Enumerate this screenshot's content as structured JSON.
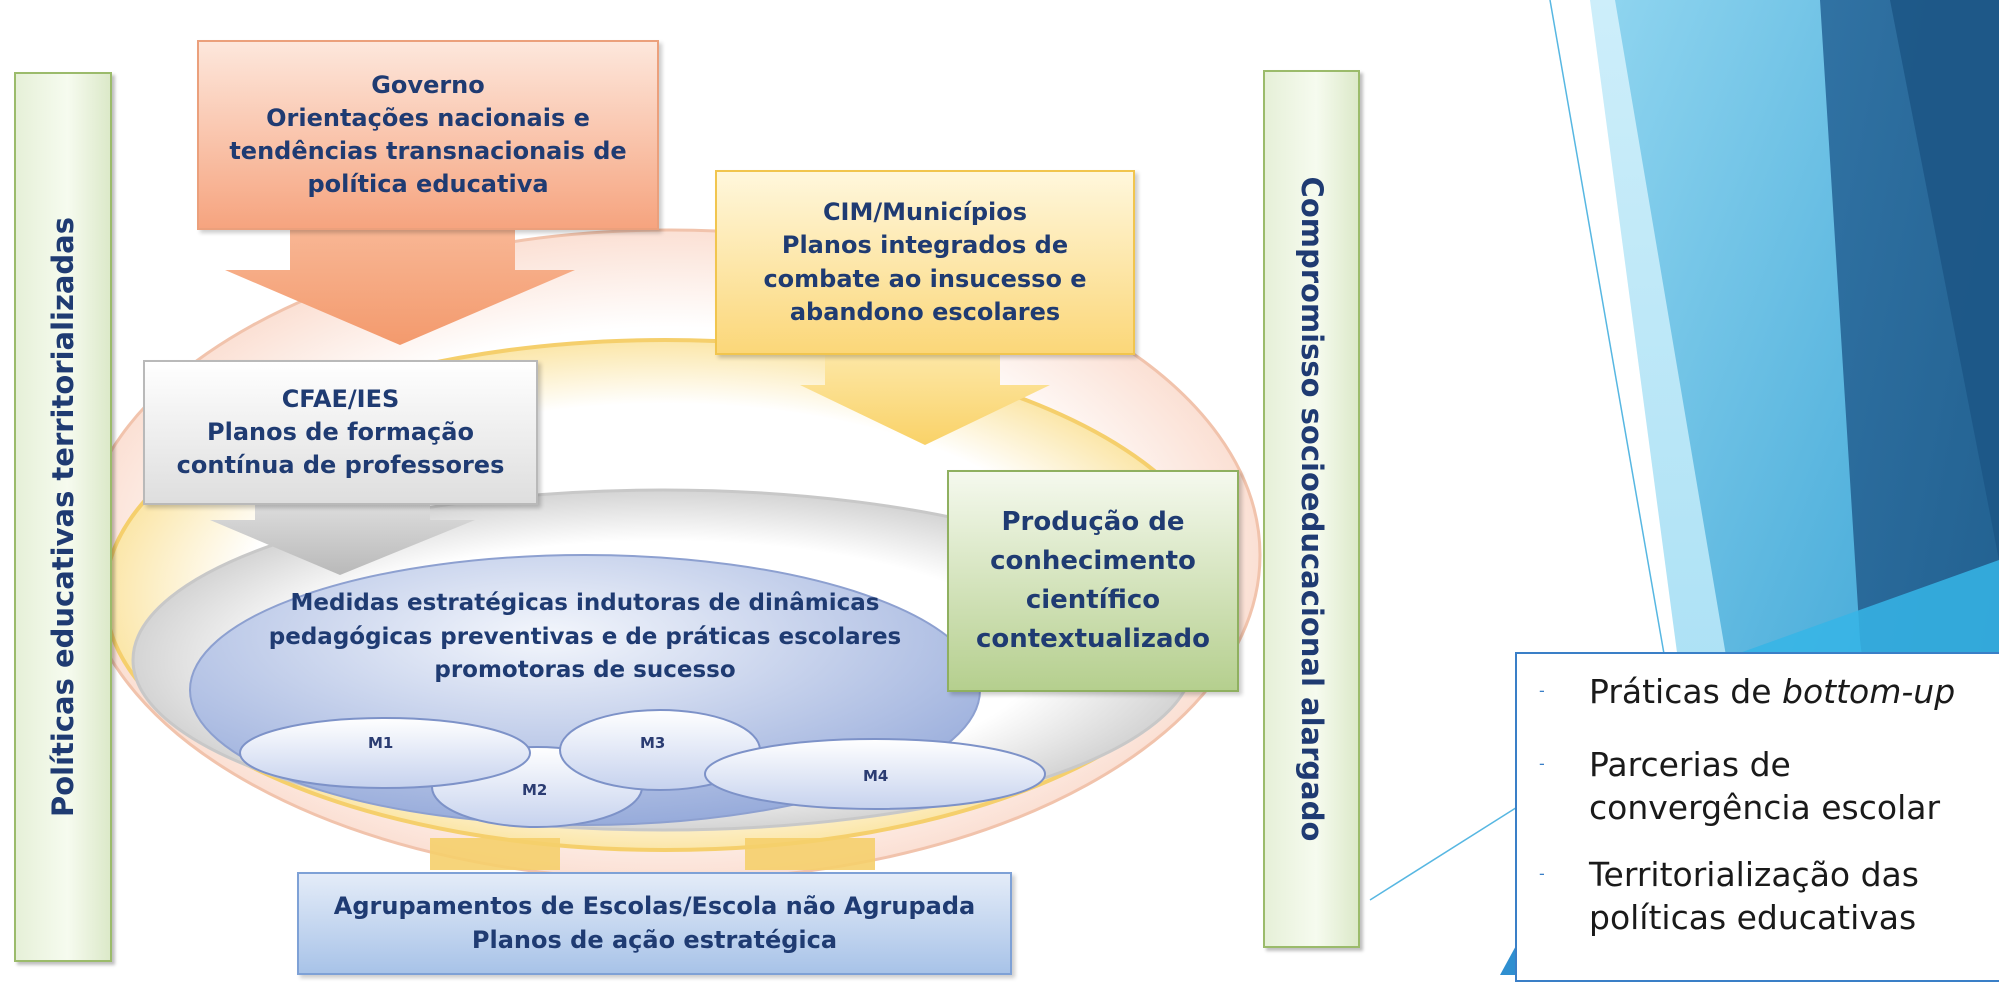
{
  "diagram": {
    "left_bar": "Políticas educativas territorializadas",
    "right_bar": "Compromisso socioeducacional alargado",
    "governo": {
      "lines": [
        "Governo",
        "Orientações nacionais e",
        "tendências transnacionais de",
        "política educativa"
      ]
    },
    "cim": {
      "lines": [
        "CIM/Municípios",
        "Planos integrados de",
        "combate ao insucesso e",
        "abandono escolares"
      ]
    },
    "cfae": {
      "lines": [
        "CFAE/IES",
        "Planos de formação",
        "contínua de professores"
      ]
    },
    "producao": {
      "lines": [
        "Produção de",
        "conhecimento",
        "científico",
        "contextualizado"
      ]
    },
    "medidas": {
      "lines": [
        "Medidas estratégicas indutoras de dinâmicas",
        "pedagógicas preventivas e de práticas escolares",
        "promotoras de sucesso"
      ]
    },
    "measures": [
      "M1",
      "M2",
      "M3",
      "M4"
    ],
    "agrupamentos": {
      "lines": [
        "Agrupamentos de Escolas/Escola não Agrupada",
        "Planos de ação estratégica"
      ]
    }
  },
  "bullets": {
    "item1_prefix": "Práticas de ",
    "item1_emphasis": "bottom-up",
    "item2_line1": "Parcerias de",
    "item2_line2": "convergência escolar",
    "item3_line1": "Territorialização das",
    "item3_line2": "políticas educativas",
    "marker": "-"
  },
  "colors": {
    "text_blue": "#1f3b72",
    "accent_blue": "#3a7fc7",
    "orange_box": "#f6a47f",
    "yellow_box": "#fbd779",
    "green_box": "#b5cf8e",
    "blue_box": "#a8c3e8"
  }
}
